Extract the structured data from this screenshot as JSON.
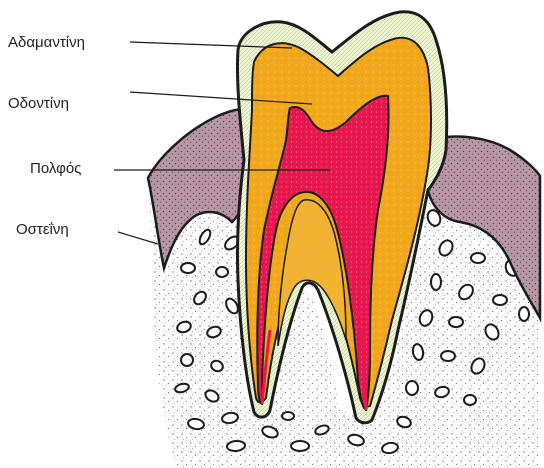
{
  "labels": {
    "enamel": "Αδαμαντίνη",
    "dentin": "Οδοντίνη",
    "pulp": "Πολφός",
    "cementum": "Οστεΐνη"
  },
  "colors": {
    "enamel": "#eef6d2",
    "dentin": "#f2a81c",
    "pulp": "#e8174e",
    "gum": "#b898a6",
    "bone": "#fbfbfb",
    "outline": "#1c1c1c"
  }
}
